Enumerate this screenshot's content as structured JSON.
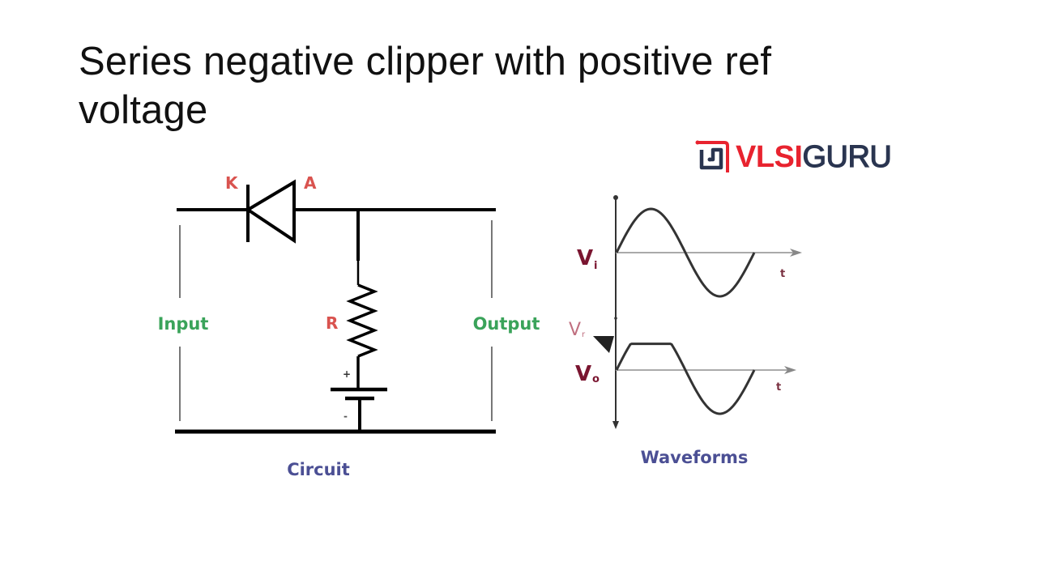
{
  "slide": {
    "title": "Series negative clipper with positive ref voltage"
  },
  "logo": {
    "brand_red": "VLSI",
    "brand_navy": "GURU",
    "icon": "vlsiguru-chip-icon",
    "colors": {
      "red": "#e8232f",
      "navy": "#2a3550"
    }
  },
  "circuit": {
    "caption": "Circuit",
    "cathode_label": "K",
    "anode_label": "A",
    "resistor_label": "R",
    "input_label": "Input",
    "output_label": "Output",
    "battery_plus": "+",
    "battery_minus": "-",
    "colors": {
      "terminal_labels": "#d9534f",
      "io_labels": "#3aa35a",
      "caption": "#4b4f94",
      "wire": "#000000"
    }
  },
  "waveforms": {
    "caption": "Waveforms",
    "input_label": "V",
    "input_sub": "i",
    "output_label": "V",
    "output_sub": "o",
    "ref_label": "V",
    "ref_sub": "r",
    "time_label": "t",
    "input_wave": {
      "shape": "sine",
      "cycles": 1,
      "amplitude": 1.0
    },
    "output_wave": {
      "shape": "sine clipped at +Vr",
      "cycles": 1,
      "clip_level_fraction": 0.6
    },
    "colors": {
      "v_labels": "#7a1530",
      "ref_label": "#c07080",
      "trace": "#333333",
      "axis": "#aaaaaa"
    }
  }
}
